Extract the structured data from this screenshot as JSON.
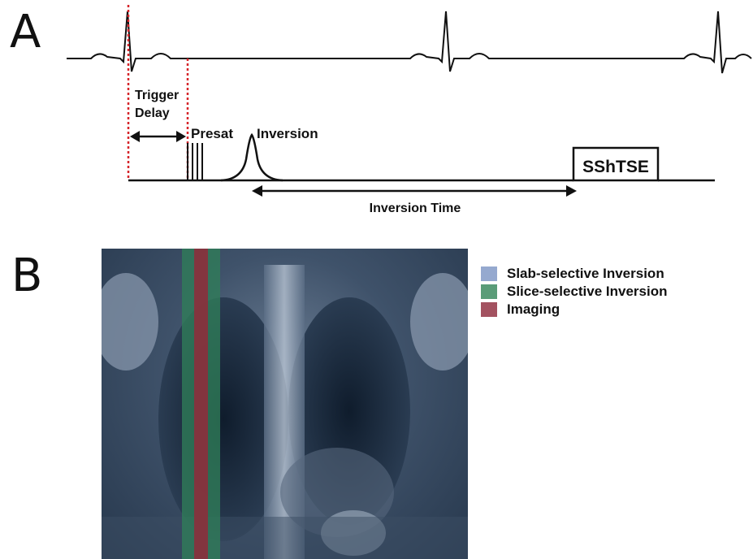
{
  "panel_a": {
    "letter": "A",
    "labels": {
      "trigger_line1": "Trigger",
      "trigger_line2": "Delay",
      "presat": "Presat",
      "inversion": "Inversion",
      "sshtse": "SShTSE",
      "inversion_time": "Inversion Time"
    },
    "colors": {
      "trigger_marker": "#d6252a",
      "trace": "#111111"
    }
  },
  "panel_b": {
    "letter": "B",
    "legend": [
      {
        "label": "Slab-selective Inversion",
        "color": "#95a9cf"
      },
      {
        "label": "Slice-selective Inversion",
        "color": "#5a9c78"
      },
      {
        "label": "Imaging",
        "color": "#a35260"
      }
    ],
    "band_colors": {
      "slice": "#2f7d59",
      "imaging": "#8c2f3c"
    }
  }
}
